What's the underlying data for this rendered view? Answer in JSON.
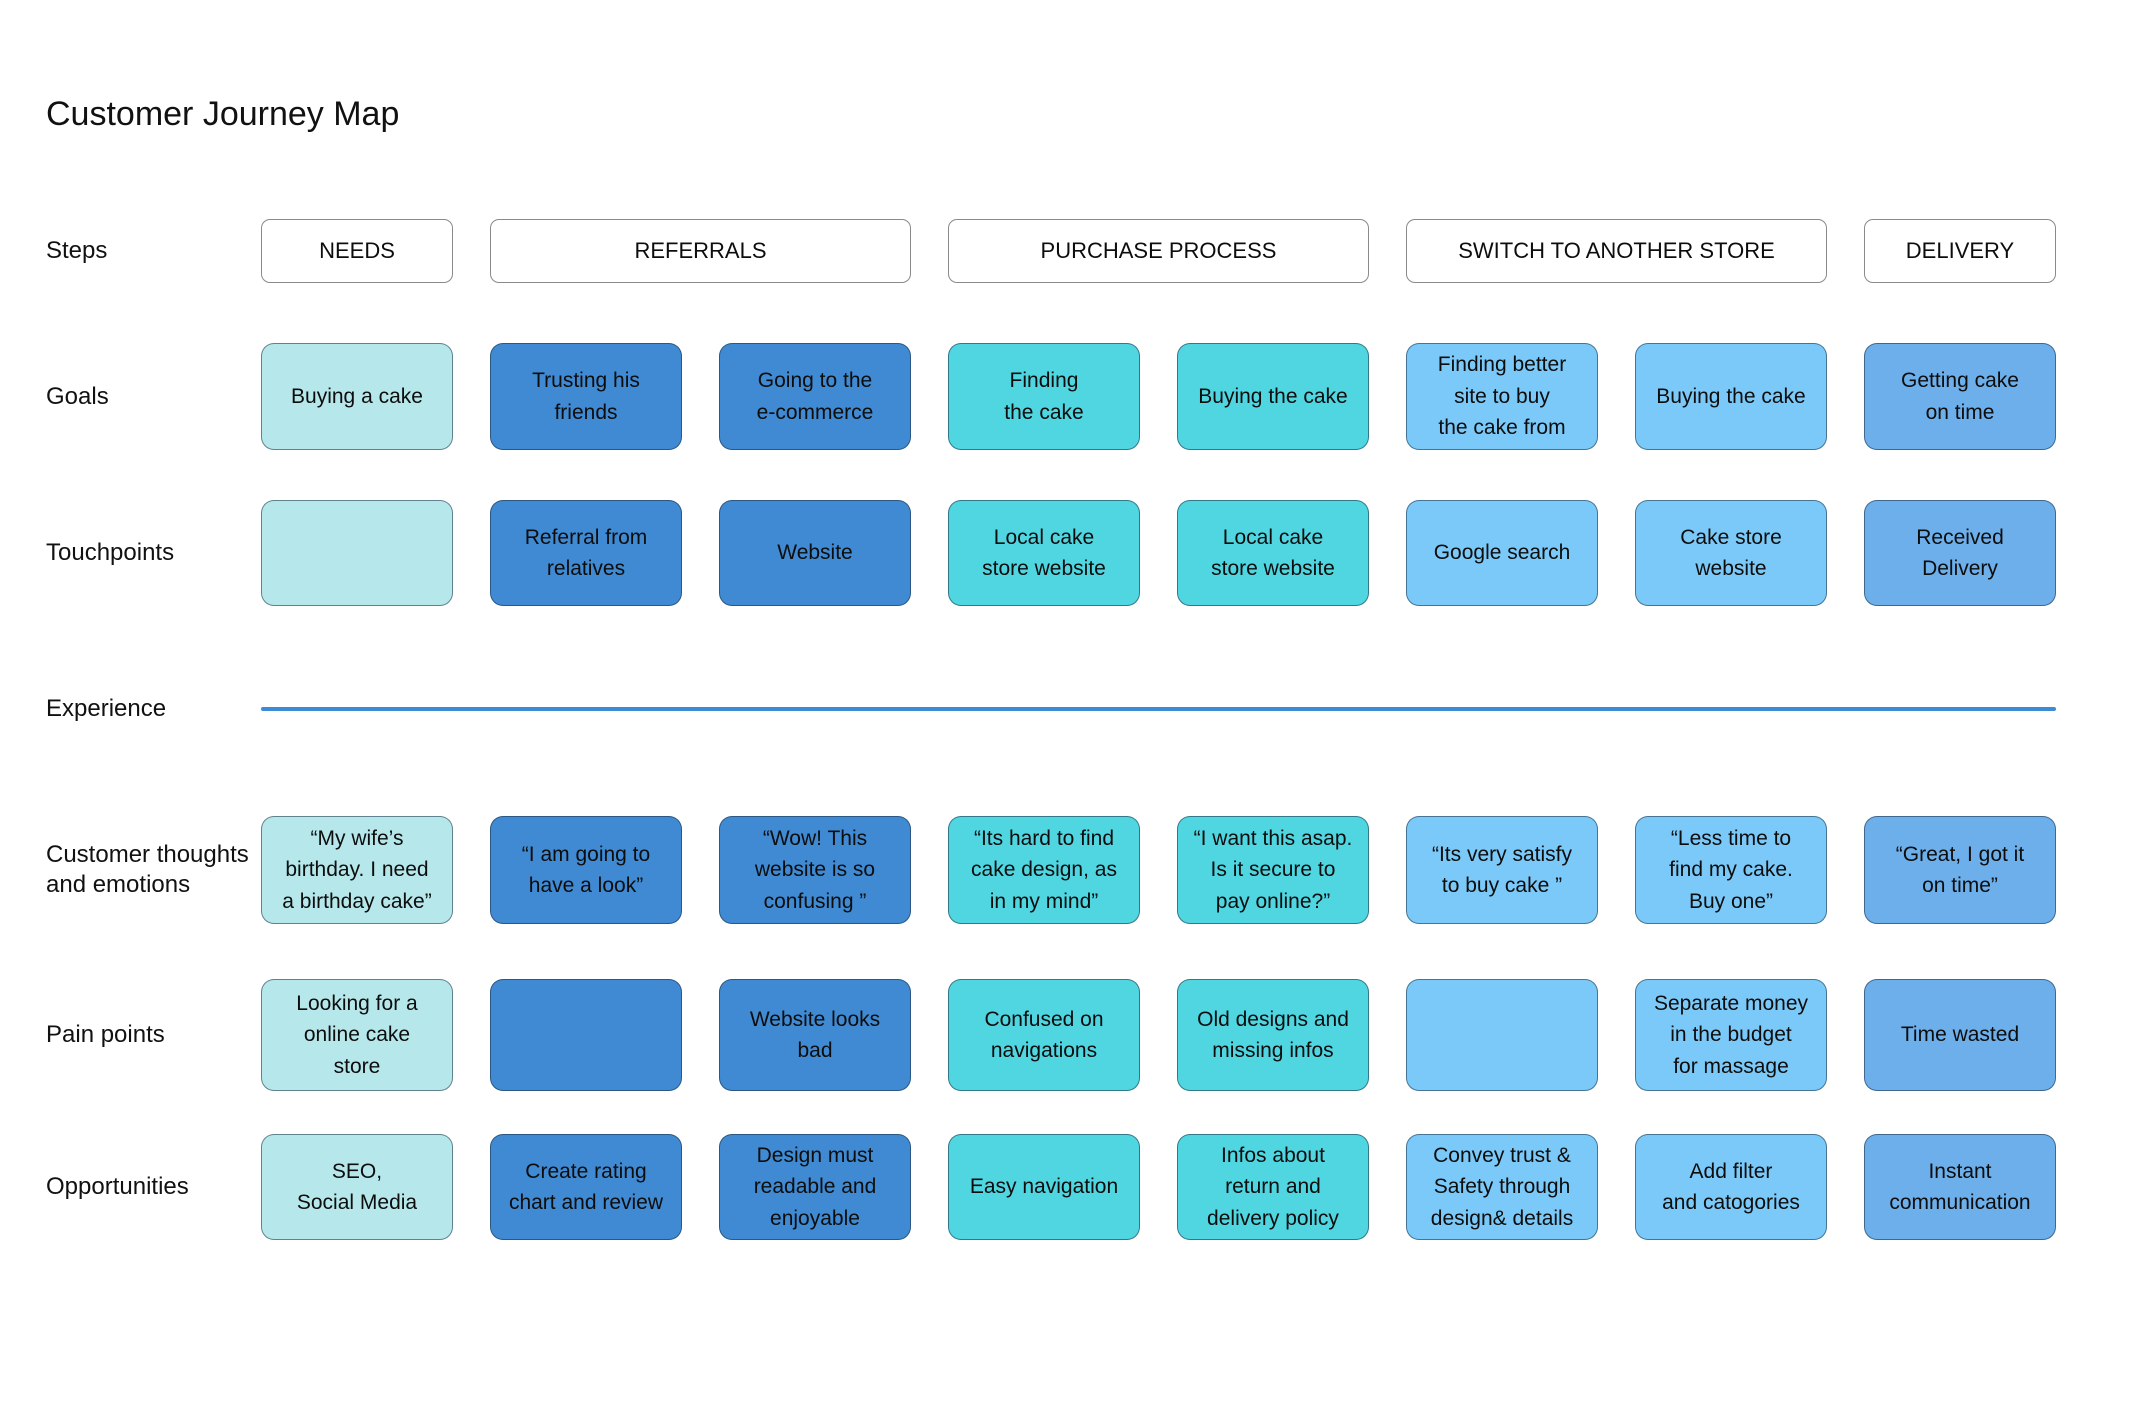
{
  "title": "Customer Journey Map",
  "colors": {
    "pale_cyan": "#b6e8eb",
    "blue": "#3f8ad2",
    "turquoise": "#4fd6e1",
    "light_sky": "#7bc9f8",
    "medium_sky": "#6cafea",
    "experience_line": "#3d8bd4",
    "step_fill": "#ffffff"
  },
  "steps_row": {
    "label": "Steps",
    "boxes": [
      {
        "label": "NEEDS",
        "span": 1
      },
      {
        "label": "REFERRALS",
        "span": 2
      },
      {
        "label": "PURCHASE PROCESS",
        "span": 2
      },
      {
        "label": "SWITCH TO ANOTHER STORE",
        "span": 2
      },
      {
        "label": "DELIVERY",
        "span": 1
      }
    ]
  },
  "rows": [
    {
      "label": "Goals",
      "type": "cells",
      "cells": [
        {
          "text": "Buying a cake",
          "color": "pale_cyan"
        },
        {
          "text": "Trusting his\nfriends",
          "color": "blue"
        },
        {
          "text": "Going to the\ne-commerce",
          "color": "blue"
        },
        {
          "text": "Finding\nthe cake",
          "color": "turquoise"
        },
        {
          "text": "Buying the cake",
          "color": "turquoise"
        },
        {
          "text": "Finding better\nsite to buy\nthe cake from",
          "color": "light_sky"
        },
        {
          "text": "Buying the cake",
          "color": "light_sky"
        },
        {
          "text": "Getting cake\non time",
          "color": "medium_sky"
        }
      ]
    },
    {
      "label": "Touchpoints",
      "type": "cells",
      "cells": [
        {
          "text": "",
          "color": "pale_cyan"
        },
        {
          "text": "Referral from\nrelatives",
          "color": "blue"
        },
        {
          "text": "Website",
          "color": "blue"
        },
        {
          "text": "Local cake\nstore website",
          "color": "turquoise"
        },
        {
          "text": "Local cake\nstore website",
          "color": "turquoise"
        },
        {
          "text": "Google search",
          "color": "light_sky"
        },
        {
          "text": "Cake store\nwebsite",
          "color": "light_sky"
        },
        {
          "text": "Received\nDelivery",
          "color": "medium_sky"
        }
      ]
    },
    {
      "label": "Experience",
      "type": "line"
    },
    {
      "label": "Customer thoughts\nand emotions",
      "type": "cells",
      "cells": [
        {
          "text": "“My wife’s\nbirthday. I need\na birthday cake”",
          "color": "pale_cyan"
        },
        {
          "text": "“I am going to\nhave a look”",
          "color": "blue"
        },
        {
          "text": "“Wow! This\nwebsite is so\nconfusing ”",
          "color": "blue"
        },
        {
          "text": "“Its hard to find\ncake design, as\nin my mind”",
          "color": "turquoise"
        },
        {
          "text": "“I want this asap.\nIs it secure to\npay online?”",
          "color": "turquoise"
        },
        {
          "text": "“Its very satisfy\nto buy cake ”",
          "color": "light_sky"
        },
        {
          "text": "“Less time to\nfind my cake.\nBuy one”",
          "color": "light_sky"
        },
        {
          "text": "“Great, I got it\non time”",
          "color": "medium_sky"
        }
      ]
    },
    {
      "label": "Pain points",
      "type": "cells",
      "cells": [
        {
          "text": "Looking for a\nonline cake\nstore",
          "color": "pale_cyan"
        },
        {
          "text": "",
          "color": "blue"
        },
        {
          "text": "Website looks\nbad",
          "color": "blue"
        },
        {
          "text": "Confused on\nnavigations",
          "color": "turquoise"
        },
        {
          "text": "Old designs and\nmissing infos",
          "color": "turquoise"
        },
        {
          "text": "",
          "color": "light_sky"
        },
        {
          "text": "Separate money\nin the budget\nfor massage",
          "color": "light_sky"
        },
        {
          "text": "Time wasted",
          "color": "medium_sky"
        }
      ]
    },
    {
      "label": "Opportunities",
      "type": "cells",
      "cells": [
        {
          "text": "SEO,\nSocial Media",
          "color": "pale_cyan"
        },
        {
          "text": "Create rating\nchart and review",
          "color": "blue"
        },
        {
          "text": "Design must\nreadable and\nenjoyable",
          "color": "blue"
        },
        {
          "text": "Easy navigation",
          "color": "turquoise"
        },
        {
          "text": "Infos about\nreturn and\ndelivery policy",
          "color": "turquoise"
        },
        {
          "text": "Convey trust &\nSafety  through\ndesign& details",
          "color": "light_sky"
        },
        {
          "text": "Add filter\nand catogories",
          "color": "light_sky"
        },
        {
          "text": "Instant\ncommunication",
          "color": "medium_sky"
        }
      ]
    }
  ]
}
